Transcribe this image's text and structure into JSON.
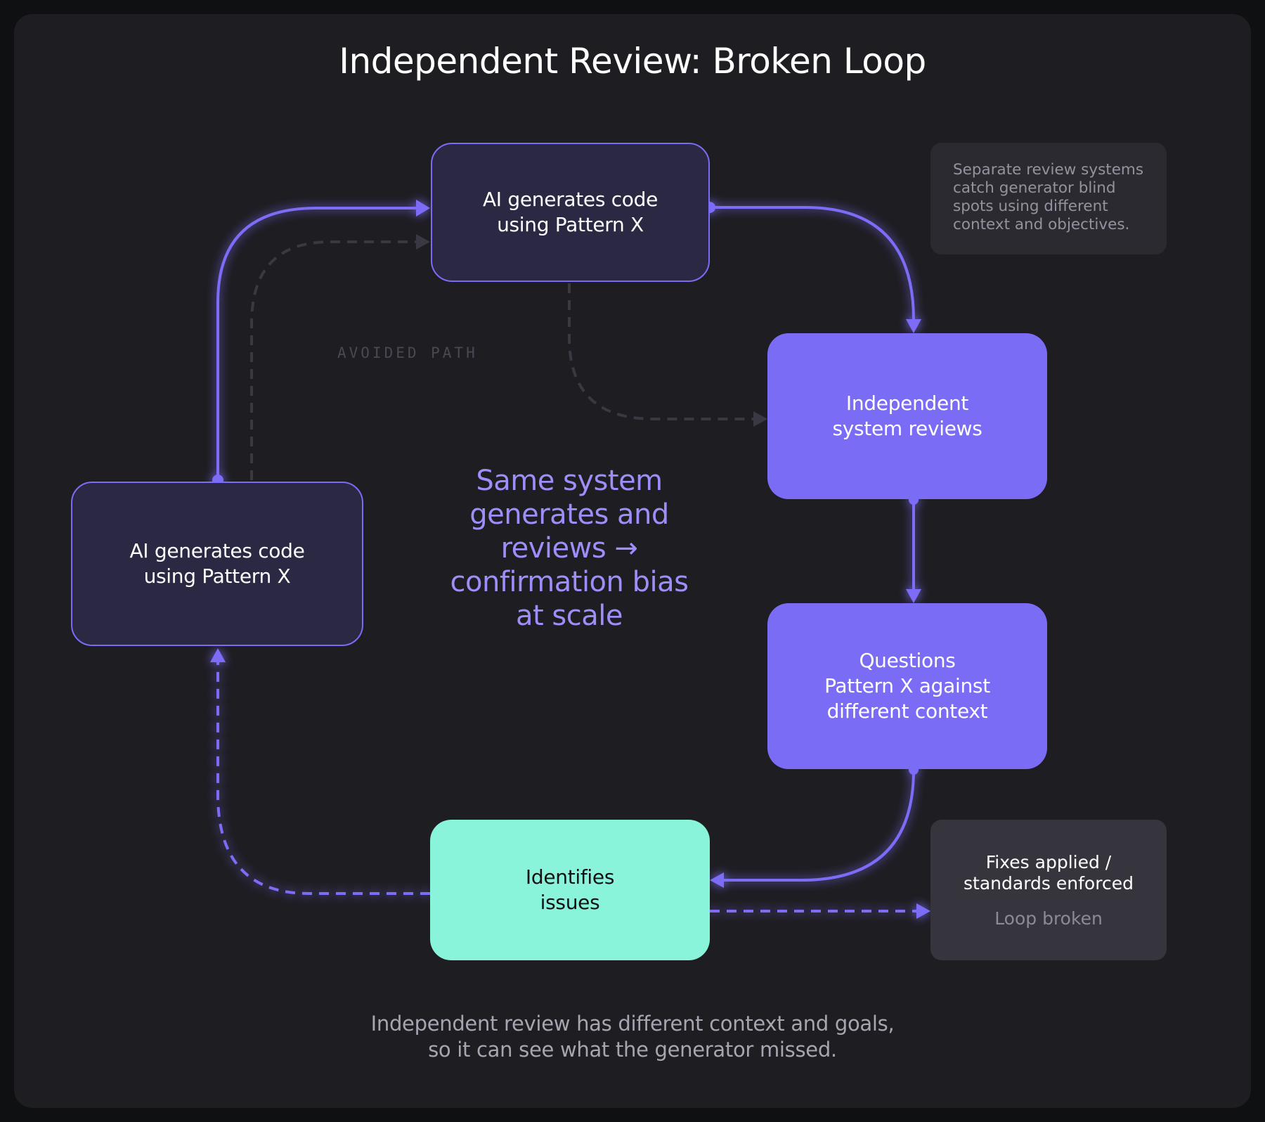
{
  "title": "Independent Review: Broken Loop",
  "colors": {
    "accent": "#7b6cf6",
    "accent_text": "#9d8ffa",
    "mint": "#89f4d9",
    "dark_node": "#2b2843",
    "avoided_path": "#3a3842",
    "background": "#1e1d22"
  },
  "nodes": {
    "generate_top": "AI generates code\nusing Pattern X",
    "generate_left": "AI generates code\nusing Pattern X",
    "independent_review": "Independent\nsystem reviews",
    "questions": "Questions\nPattern X against\ndifferent context",
    "identifies": "Identifies\nissues"
  },
  "notes": {
    "top": "Separate review systems\ncatch generator blind\nspots using different\ncontext and objectives.",
    "outcome_main": "Fixes applied /\nstandards enforced",
    "outcome_sub": "Loop broken"
  },
  "labels": {
    "avoided_path": "AVOIDED PATH",
    "center_warning": "Same system\ngenerates and\nreviews →\nconfirmation bias\nat scale"
  },
  "caption": "Independent review has different context and goals,\nso it can see what the generator missed."
}
